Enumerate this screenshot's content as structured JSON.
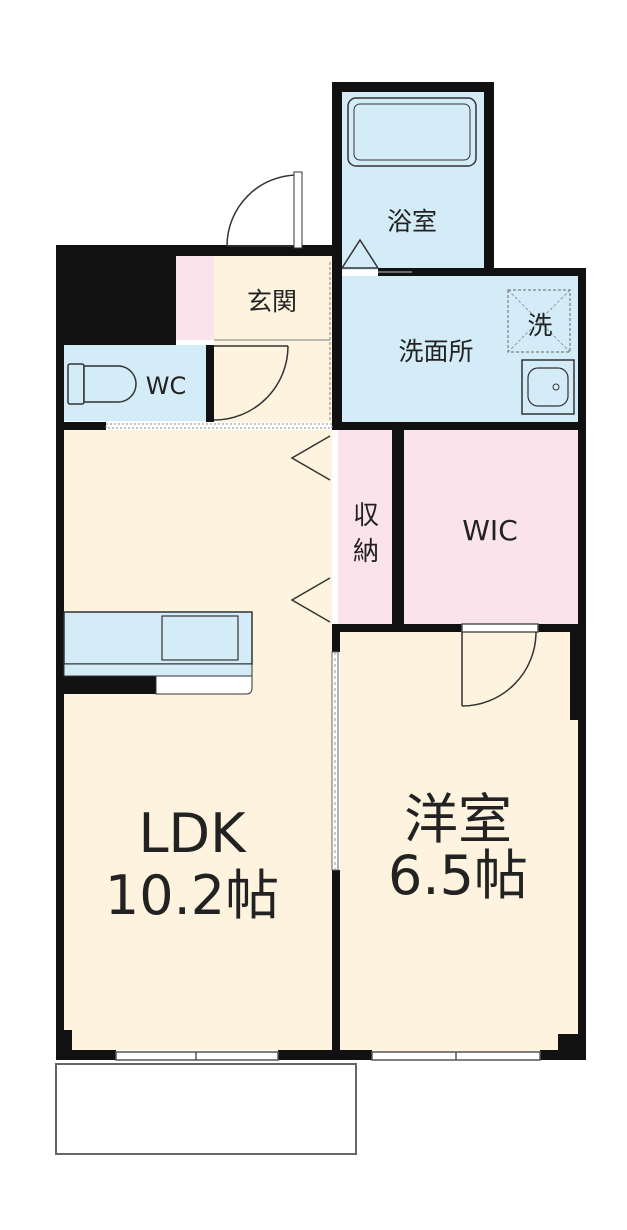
{
  "colors": {
    "wall": "#111111",
    "wet_area": "#d3ecf7",
    "entrance_floor": "#fdf3de",
    "living_floor": "#fdf3de",
    "storage_pink": "#fbe3ec",
    "line": "#333333",
    "outline": "#666666"
  },
  "rooms": {
    "bath": "浴室",
    "entrance": "玄関",
    "washroom": "洗面所",
    "washer": "洗",
    "wc": "WC",
    "storage_top": "収",
    "storage_bottom": "納",
    "wic": "WIC",
    "ldk": "LDK",
    "ldk_size": "10.2帖",
    "western": "洋室",
    "western_size": "6.5帖"
  }
}
